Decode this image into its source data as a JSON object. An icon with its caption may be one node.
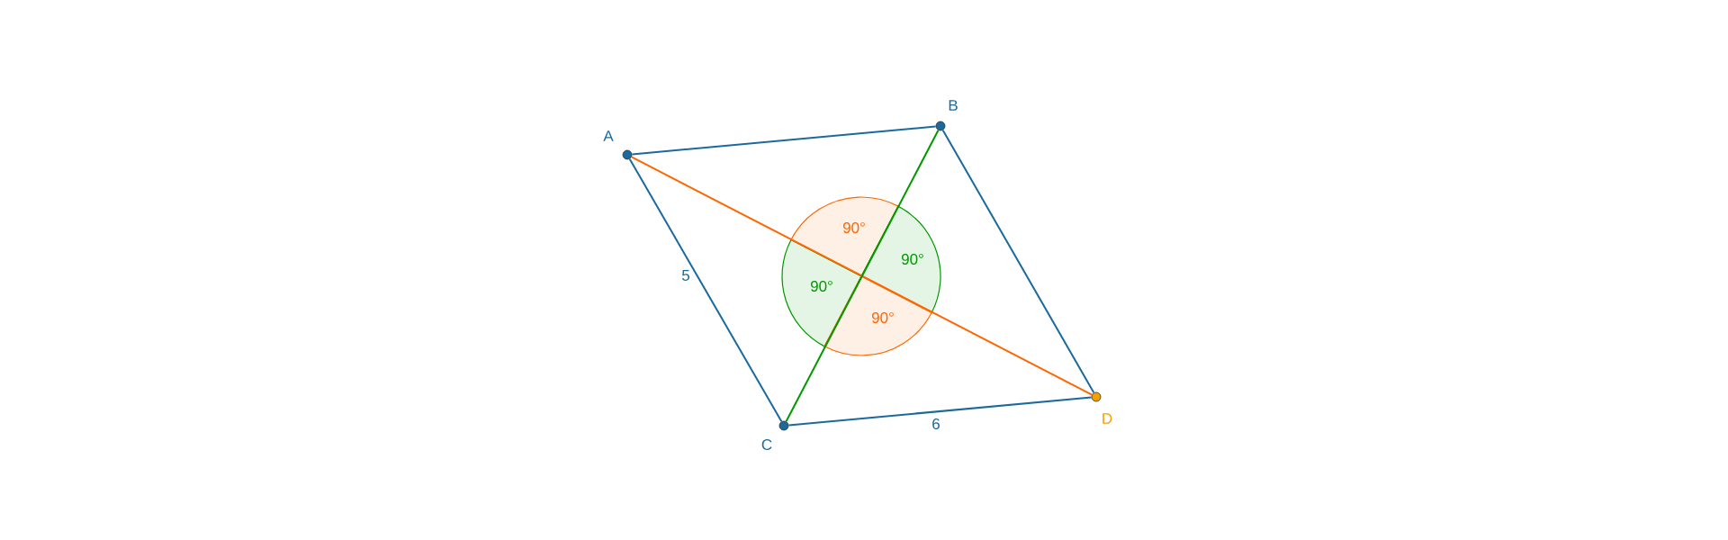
{
  "diagram": {
    "nodes": [
      {
        "text": [
          "A"
        ]
      },
      {
        "text": [
          "B"
        ]
      },
      {
        "text": [
          "C"
        ]
      },
      {
        "text": [
          "D"
        ]
      }
    ],
    "edges": [
      {
        "from": 0,
        "to": 1,
        "arrow": "none"
      },
      {
        "from": 1,
        "to": 3,
        "arrow": "none"
      },
      {
        "from": 3,
        "to": 2,
        "arrow": "none",
        "label": "6"
      },
      {
        "from": 2,
        "to": 0,
        "arrow": "none",
        "label": "5"
      },
      {
        "from": 0,
        "to": 3,
        "arrow": "none",
        "color": "#ff6600"
      },
      {
        "from": 1,
        "to": 2,
        "arrow": "none",
        "color": "#009900"
      }
    ],
    "labels": [
      "90°",
      "90°",
      "90°",
      "90°"
    ]
  }
}
